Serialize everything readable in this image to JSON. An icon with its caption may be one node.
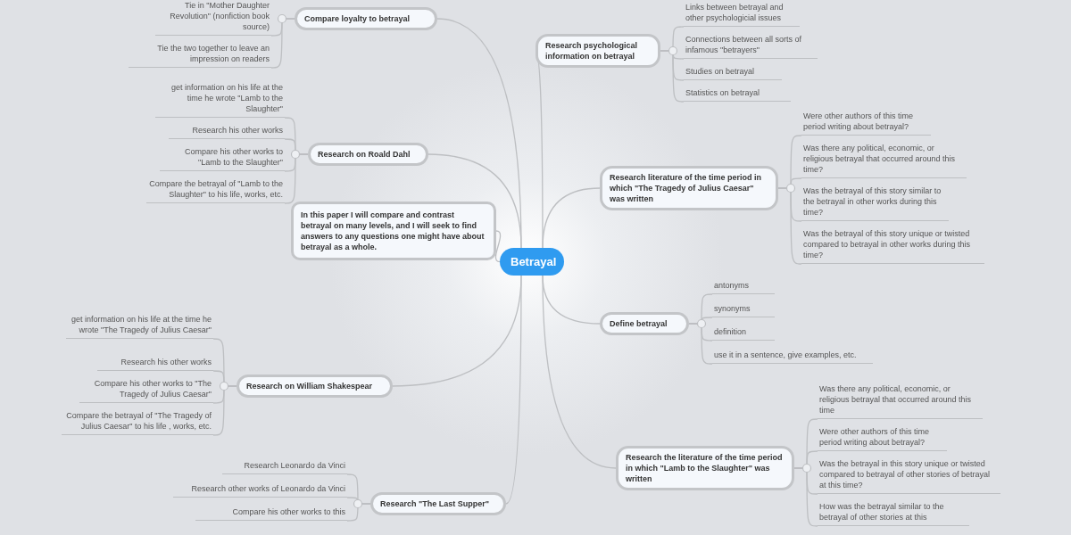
{
  "diagram": {
    "nodes": [
      {
        "text": [
          "Betrayal"
        ]
      },
      {
        "text": [
          "In this paper I will compare and contrast betrayal on many levels, and I will seek to find answers to any questions one might have about betrayal as a whole."
        ]
      },
      {
        "text": [
          "Compare loyalty to betrayal"
        ]
      },
      {
        "text": [
          "Tie in \"Mother Daughter Revolution\" (nonfiction book source)"
        ]
      },
      {
        "text": [
          "Tie the two together to leave an impression on readers"
        ]
      },
      {
        "text": [
          "Research on Roald Dahl"
        ]
      },
      {
        "text": [
          "get information on his life at the time he wrote \"Lamb to the Slaughter\""
        ]
      },
      {
        "text": [
          "Research his other works"
        ]
      },
      {
        "text": [
          "Compare his other works to \"Lamb to the Slaughter\""
        ]
      },
      {
        "text": [
          "Compare the betrayal of \"Lamb to the Slaughter\" to his life, works, etc."
        ]
      },
      {
        "text": [
          "Research on William Shakespear"
        ]
      },
      {
        "text": [
          "get information on his life at the time he wrote \"The Tragedy of Julius Caesar\""
        ]
      },
      {
        "text": [
          "Research his other works"
        ]
      },
      {
        "text": [
          "Compare his other works to \"The Tragedy of Julius Caesar\""
        ]
      },
      {
        "text": [
          "Compare the betrayal of \"The Tragedy of Julius Caesar\" to his life , works, etc."
        ]
      },
      {
        "text": [
          "Research \"The Last Supper\""
        ]
      },
      {
        "text": [
          "Research Leonardo da Vinci"
        ]
      },
      {
        "text": [
          "Research other works of Leonardo da Vinci"
        ]
      },
      {
        "text": [
          "Compare his other works to this"
        ]
      },
      {
        "text": [
          "Research psychological information on betrayal"
        ]
      },
      {
        "text": [
          "Links between betrayal and other psychologicial issues"
        ]
      },
      {
        "text": [
          "Connections between all sorts of infamous \"betrayers\""
        ]
      },
      {
        "text": [
          "Studies on betrayal"
        ]
      },
      {
        "text": [
          "Statistics on betrayal"
        ]
      },
      {
        "text": [
          "Research literature of the time period in which \"The Tragedy of Julius Caesar\" was written"
        ]
      },
      {
        "text": [
          "Were other authors of this time period writing about betrayal?"
        ]
      },
      {
        "text": [
          "Was there any political, economic, or religious betrayal that occurred around this time?"
        ]
      },
      {
        "text": [
          "Was the betrayal of this story similar to the betrayal in other works during this time?"
        ]
      },
      {
        "text": [
          "Was the betrayal of this story unique or twisted compared to betrayal in other works during this time?"
        ]
      },
      {
        "text": [
          "Define betrayal"
        ]
      },
      {
        "text": [
          "antonyms"
        ]
      },
      {
        "text": [
          "synonyms"
        ]
      },
      {
        "text": [
          "definition"
        ]
      },
      {
        "text": [
          "use it in a sentence, give examples, etc."
        ]
      },
      {
        "text": [
          "Research the literature of the time period in which \"Lamb to the Slaughter\" was written"
        ]
      },
      {
        "text": [
          "Was there any political, economic, or religious betrayal that occurred around this time"
        ]
      },
      {
        "text": [
          "Were other authors of this time period writing about betrayal?"
        ]
      },
      {
        "text": [
          "Was the betrayal in this story unique or twisted compared to betrayal of other stories of betrayal at this time?"
        ]
      },
      {
        "text": [
          "How was the betrayal similar to the betrayal of other stories at this"
        ]
      }
    ],
    "edges": [
      {
        "from": 0,
        "to": 1,
        "arrow": "none"
      },
      {
        "from": 0,
        "to": 2,
        "arrow": "none"
      },
      {
        "from": 2,
        "to": 3,
        "arrow": "none"
      },
      {
        "from": 2,
        "to": 4,
        "arrow": "none"
      },
      {
        "from": 0,
        "to": 5,
        "arrow": "none"
      },
      {
        "from": 5,
        "to": 6,
        "arrow": "none"
      },
      {
        "from": 5,
        "to": 7,
        "arrow": "none"
      },
      {
        "from": 5,
        "to": 8,
        "arrow": "none"
      },
      {
        "from": 5,
        "to": 9,
        "arrow": "none"
      },
      {
        "from": 0,
        "to": 10,
        "arrow": "none"
      },
      {
        "from": 10,
        "to": 11,
        "arrow": "none"
      },
      {
        "from": 10,
        "to": 12,
        "arrow": "none"
      },
      {
        "from": 10,
        "to": 13,
        "arrow": "none"
      },
      {
        "from": 10,
        "to": 14,
        "arrow": "none"
      },
      {
        "from": 0,
        "to": 15,
        "arrow": "none"
      },
      {
        "from": 15,
        "to": 16,
        "arrow": "none"
      },
      {
        "from": 15,
        "to": 17,
        "arrow": "none"
      },
      {
        "from": 15,
        "to": 18,
        "arrow": "none"
      },
      {
        "from": 0,
        "to": 19,
        "arrow": "none"
      },
      {
        "from": 19,
        "to": 20,
        "arrow": "none"
      },
      {
        "from": 19,
        "to": 21,
        "arrow": "none"
      },
      {
        "from": 19,
        "to": 22,
        "arrow": "none"
      },
      {
        "from": 19,
        "to": 23,
        "arrow": "none"
      },
      {
        "from": 0,
        "to": 24,
        "arrow": "none"
      },
      {
        "from": 24,
        "to": 25,
        "arrow": "none"
      },
      {
        "from": 24,
        "to": 26,
        "arrow": "none"
      },
      {
        "from": 24,
        "to": 27,
        "arrow": "none"
      },
      {
        "from": 24,
        "to": 28,
        "arrow": "none"
      },
      {
        "from": 0,
        "to": 29,
        "arrow": "none"
      },
      {
        "from": 29,
        "to": 30,
        "arrow": "none"
      },
      {
        "from": 29,
        "to": 31,
        "arrow": "none"
      },
      {
        "from": 29,
        "to": 32,
        "arrow": "none"
      },
      {
        "from": 29,
        "to": 33,
        "arrow": "none"
      },
      {
        "from": 0,
        "to": 34,
        "arrow": "none"
      },
      {
        "from": 34,
        "to": 35,
        "arrow": "none"
      },
      {
        "from": 34,
        "to": 36,
        "arrow": "none"
      },
      {
        "from": 34,
        "to": 37,
        "arrow": "none"
      },
      {
        "from": 34,
        "to": 38,
        "arrow": "none"
      }
    ]
  }
}
